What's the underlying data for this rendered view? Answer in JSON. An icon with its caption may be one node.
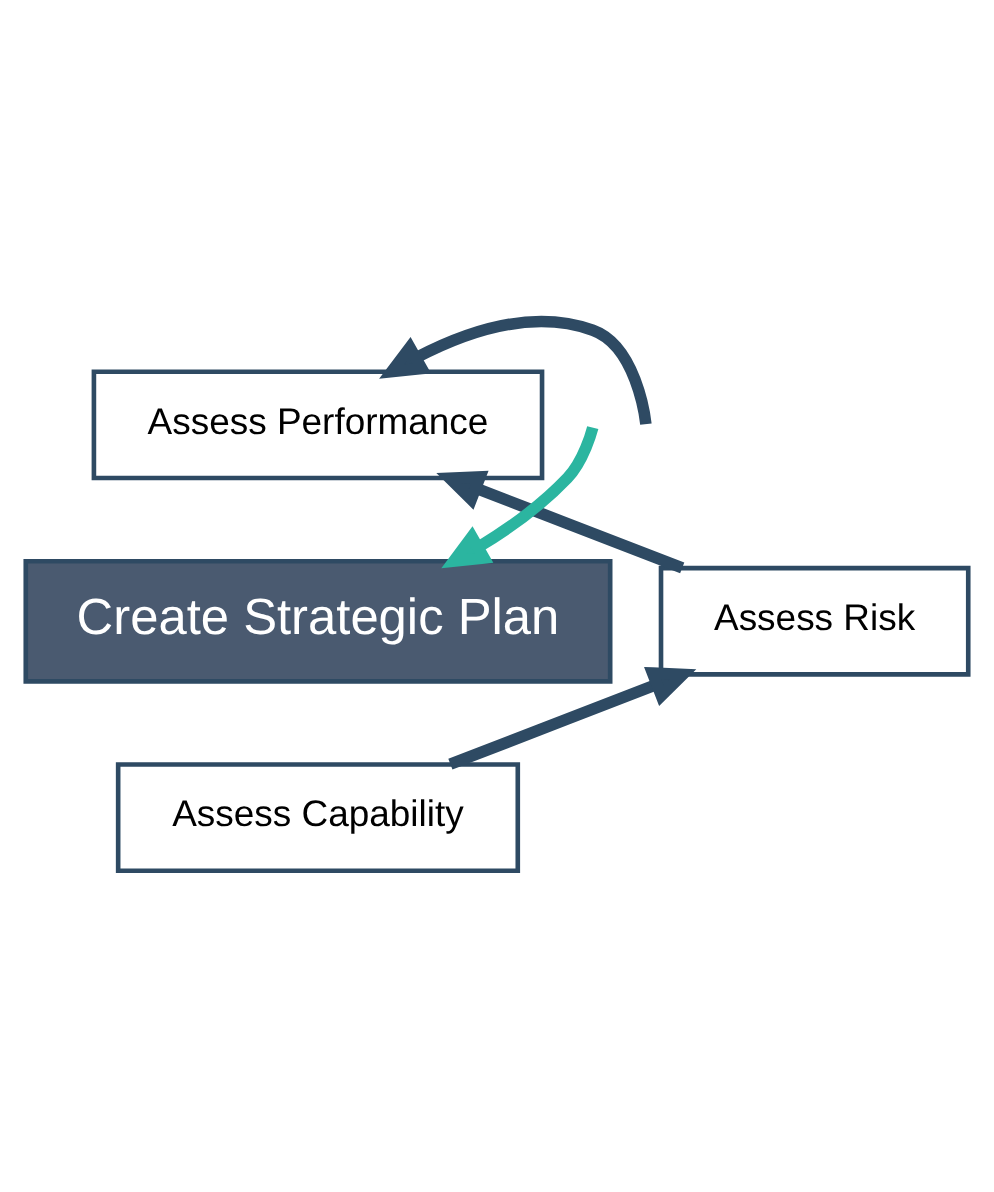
{
  "diagram": {
    "nodes": [
      {
        "text": [
          "Assess Performance"
        ]
      },
      {
        "text": [
          "Create Strategic Plan"
        ]
      },
      {
        "text": [
          "Assess Risk"
        ]
      },
      {
        "text": [
          "Assess Capability"
        ]
      }
    ],
    "edges": [
      {
        "from": null,
        "to": 1,
        "arrow": "to",
        "color": "#2bb5a0"
      },
      {
        "from": 3,
        "to": 2,
        "arrow": "to"
      },
      {
        "from": 2,
        "to": 0,
        "arrow": "to"
      },
      {
        "from": null,
        "to": 0,
        "arrow": "to"
      }
    ]
  }
}
